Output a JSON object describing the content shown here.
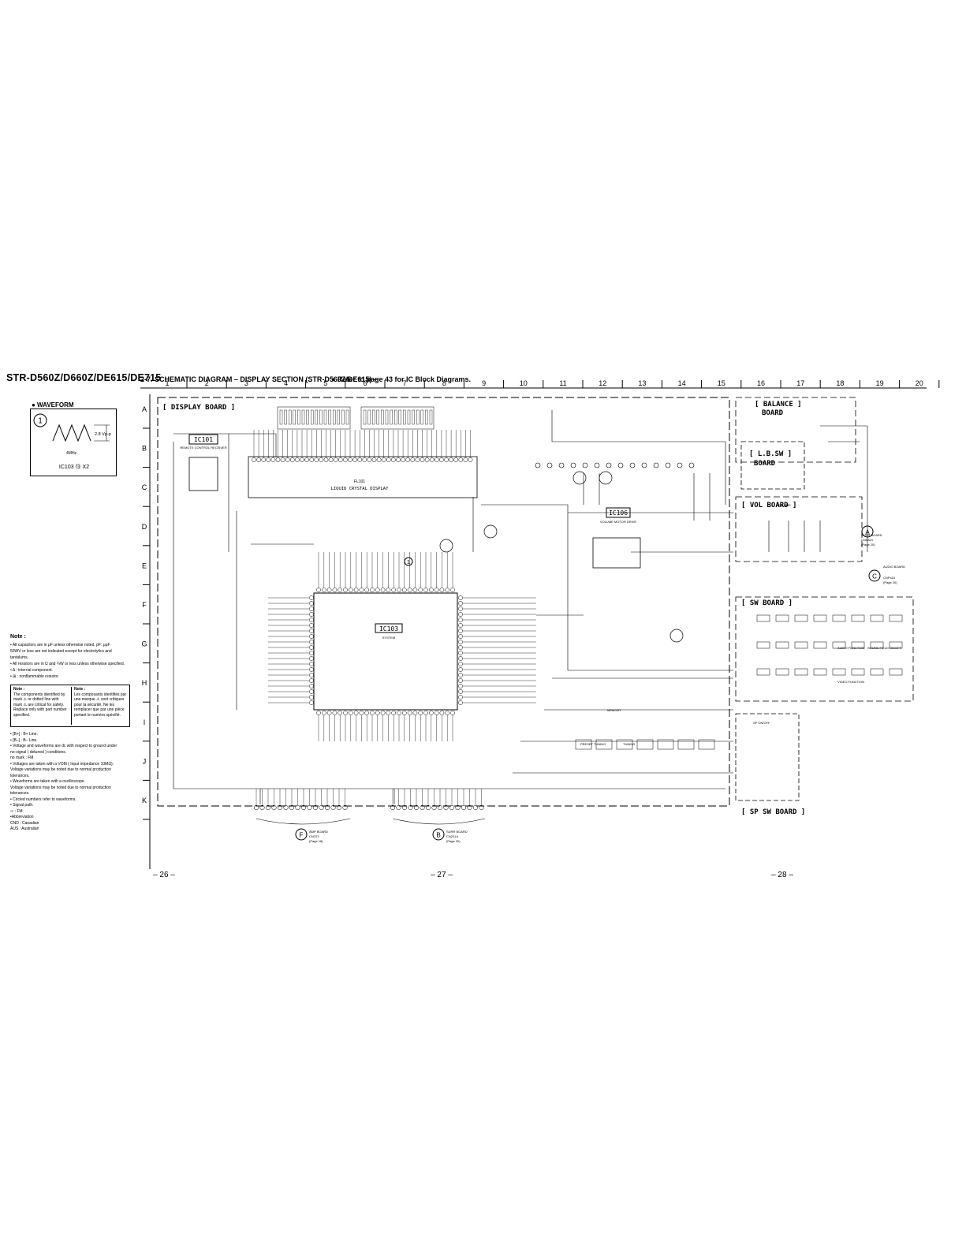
{
  "header": {
    "model": "STR-D560Z/D660Z/DE615/DE715",
    "title": "2-7. SCHEMATIC DIAGRAM – DISPLAY SECTION (STR-D560Z/DE615) –",
    "reference": "● Refer to page 43 for IC Block Diagrams."
  },
  "grid": {
    "columns": [
      "1",
      "2",
      "3",
      "4",
      "5",
      "6",
      "7",
      "8",
      "9",
      "10",
      "11",
      "12",
      "13",
      "14",
      "15",
      "16",
      "17",
      "18",
      "19",
      "20"
    ],
    "rows": [
      "A",
      "B",
      "C",
      "D",
      "E",
      "F",
      "G",
      "H",
      "I",
      "J",
      "K"
    ]
  },
  "waveform": {
    "heading": "● WAVEFORM",
    "number": "1",
    "amplitude": "2.8 Vp-p",
    "frequency": "4MHz",
    "label": "IC103 ⑬ X2"
  },
  "boards": {
    "display": "[ DISPLAY BOARD ]",
    "balance_1": "[ BALANCE ]",
    "balance_2": "BOARD",
    "lbsw_1": "[ L.B.SW ]",
    "lbsw_2": "BOARD",
    "vol": "[ VOL BOARD ]",
    "sw": "[ SW BOARD ]",
    "spsw": "[ SP SW BOARD ]"
  },
  "ics": {
    "ic101": "IC101",
    "ic101_desc": "REMOTE CONTROL RECEIVER",
    "ic103": "IC103",
    "ic103_desc": "SYSTEM",
    "ic106": "IC106",
    "ic106_desc": "VOLUME MOTOR DRIVE",
    "lcd": "LIQUID CRYSTAL DISPLAY",
    "lcd_ref": "FL101"
  },
  "connectors": {
    "amp_board": "AMP BOARD",
    "amp_ref": "CN701",
    "amp_page": "(Page 18)",
    "surr_board": "SURR BOARD",
    "surr_ref": "CN201A",
    "surr_page": "(Page 20)",
    "audio_board": "AUDIO BOARD",
    "audio_ref": "CNP410",
    "audio_page": "(Page 20)",
    "surr_board2": "SURR BOARD",
    "surr_ref2": "CN0A01",
    "surr_page2": "(Page 20)"
  },
  "markers": {
    "F": "F",
    "B": "B",
    "A": "A",
    "C": "C",
    "circle1": "1"
  },
  "sw_labels": [
    "SOUND FIELD ON/OFF",
    "AUDIO FUNCTION",
    "VIDEO FUNCTION",
    "MEMORY",
    "PRESET TUNING",
    "TUNING",
    "SP ON/OFF",
    "VOLUME"
  ],
  "notes": {
    "heading": "Note :",
    "lines": [
      "• All capacitors are in μF unless otherwise noted. pF: μμF",
      "  50WV or less are not indicated except for electrolytics and",
      "  tantalums.",
      "• All resistors are in Ω and ¼W or less unless otherwise specified.",
      "• Δ : internal component.",
      "• ⊞ : nonflammable resistor."
    ],
    "box_en_head": "Note :",
    "box_en": "The components identified by mark ⚠ or dotted line with mark ⚠ are critical for safety. Replace only with part number specified.",
    "box_fr_head": "Note :",
    "box_fr": "Les composants identifiés par une marque ⚠ sont critiques pour la sécurité. Ne les remplacer que par une pièce portant le numéro spécifié.",
    "lines2": [
      "• [B+] : B+ Line.",
      "• [B–] : B– Line.",
      "• Voltage and waveforms are dc with respect to ground under",
      "  no-signal ( detuned ) conditions.",
      "  no mark : FM",
      "• Voltages are taken with a VOM ( Input impedance 10MΩ).",
      "  Voltage variations may be noted due to normal production",
      "  tolerances.",
      "• Waveforms are taken with a oscilloscope.",
      "  Voltage variations may be noted due to normal production",
      "  tolerances.",
      "• Circled numbers refer to waveforms.",
      "• Signal path.",
      "   ⇨ : FM",
      "•Abbreviation",
      "CND : Canadian",
      "AUS : Australian"
    ]
  },
  "pages": {
    "left": "– 26 –",
    "center": "– 27 –",
    "right": "– 28 –"
  }
}
